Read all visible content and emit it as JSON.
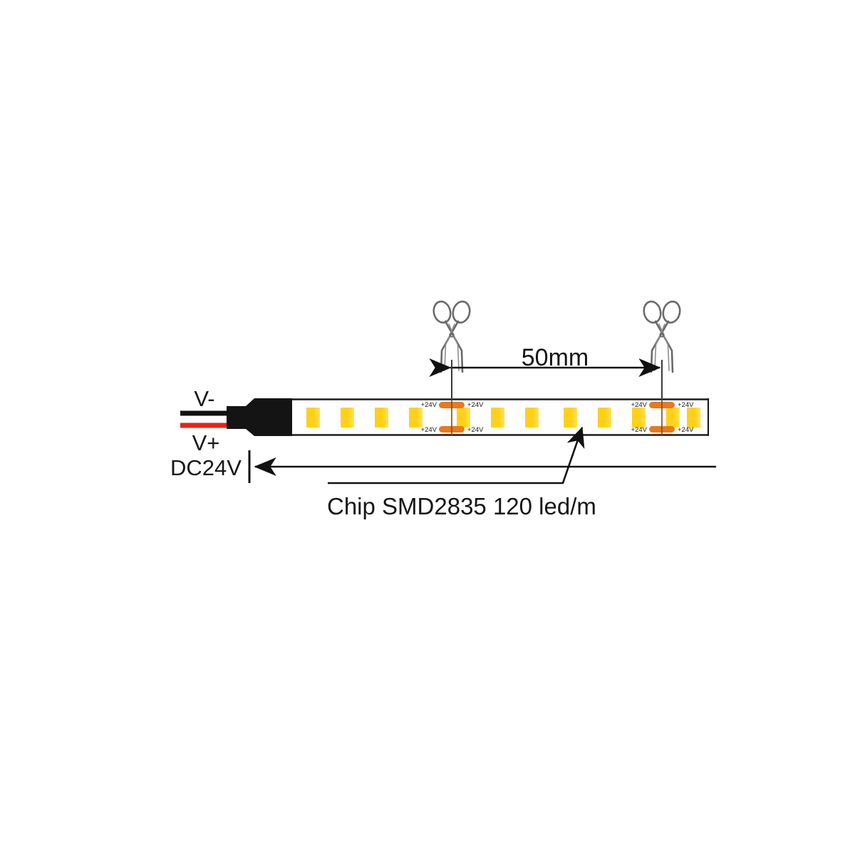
{
  "diagram": {
    "title": "LED Strip Technical Diagram",
    "background_color": "#ffffff"
  },
  "wiring": {
    "negative_label": "V-",
    "positive_label": "V+",
    "voltage_label": "DC24V",
    "negative_wire_color": "#111111",
    "positive_wire_color": "#ee2011",
    "connector_color": "#141414"
  },
  "dimension": {
    "cut_length_label": "50mm",
    "arrow_color": "#111111"
  },
  "strip": {
    "body_color": "#fefefe",
    "outline_color": "#1c1c1c",
    "led_color": "#ffd11a",
    "led_glow_color": "#f7e96a",
    "pad_color": "#e8791e",
    "cut_line_color": "#8a4a10",
    "led_count": 13,
    "pad_label": "+24V",
    "pad_labels": [
      "+24V",
      "+24V",
      "+24V",
      "+24V"
    ]
  },
  "callout": {
    "chip_label": "Chip SMD2835 120 led/m"
  },
  "icons": {
    "scissors": "scissors-icon",
    "scissors_count": 2,
    "scissors_color": "#5a5a5a"
  }
}
